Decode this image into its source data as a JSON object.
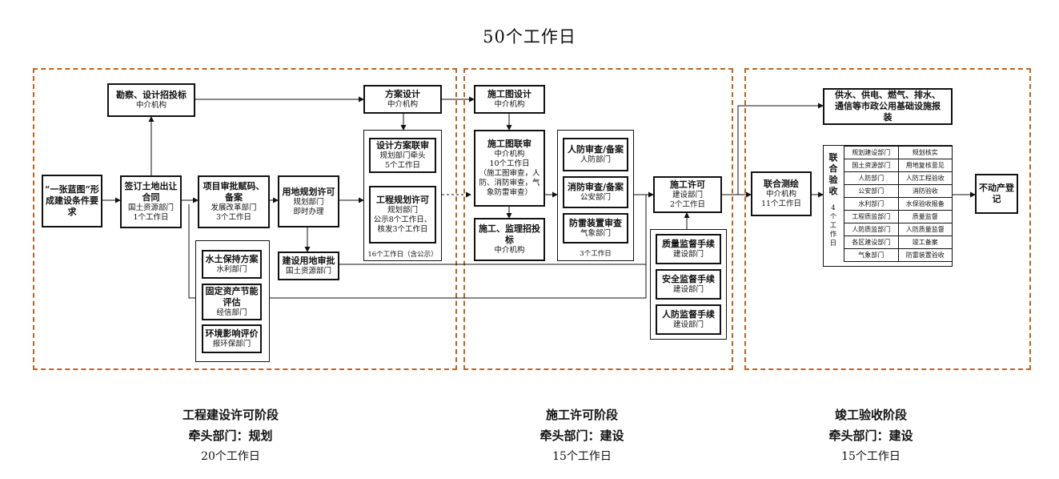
{
  "title": "50个工作日",
  "stages": [
    {
      "name": "工程建设许可阶段",
      "lead": "牵头部门：规划",
      "days": "20个工作日"
    },
    {
      "name": "施工许可阶段",
      "lead": "牵头部门：建设",
      "days": "15个工作日"
    },
    {
      "name": "竣工验收阶段",
      "lead": "牵头部门：建设",
      "days": "15个工作日"
    }
  ],
  "nodes": {
    "blueprint": {
      "title": "“一张蓝图”形成建设条件要求"
    },
    "survey": {
      "title": "勘察、设计招投标",
      "sub": "中介机构"
    },
    "land_contract": {
      "title": "签订土地出让合同",
      "sub": "国土资源部门\n1个工作日"
    },
    "project_approval": {
      "title": "项目审批赋码、备案",
      "sub": "发展改革部门\n3个工作日"
    },
    "water_soil": {
      "title": "水土保持方案",
      "sub": "水利部门"
    },
    "energy": {
      "title": "固定资产节能评估",
      "sub": "经信部门"
    },
    "env": {
      "title": "环境影响评价",
      "sub": "报环保部门"
    },
    "land_use_permit": {
      "title": "用地规划许可",
      "sub": "规划部门\n即时办理"
    },
    "land_approval": {
      "title": "建设用地审批",
      "sub": "国土资源部门"
    },
    "scheme_design": {
      "title": "方案设计",
      "sub": "中介机构"
    },
    "scheme_review": {
      "title": "设计方案联审",
      "sub": "规划部门牵头\n5个工作日"
    },
    "plan_permit": {
      "title": "工程规划许可",
      "sub": "规划部门\n公示8个工作日、核发3个工作日"
    },
    "plan_group_note": "16个工作日（含公示）",
    "construction_drawing": {
      "title": "施工图设计",
      "sub": "中介机构"
    },
    "drawing_review": {
      "title": "施工图联审",
      "sub": "中介机构\n10个工作日\n（施工图审查，人防、消防审查，气象防雷审查）"
    },
    "bidding": {
      "title": "施工、监理招投标",
      "sub": "中介机构"
    },
    "civil_defense": {
      "title": "人防审查/备案",
      "sub": "人防部门"
    },
    "fire": {
      "title": "消防审查/备案",
      "sub": "公安部门"
    },
    "lightning": {
      "title": "防雷装置审查",
      "sub": "气象部门"
    },
    "review_group_note": "3个工作日",
    "construction_permit": {
      "title": "施工许可",
      "sub": "建设部门\n2个工作日"
    },
    "quality": {
      "title": "质量监督手续",
      "sub": "建设部门"
    },
    "safety": {
      "title": "安全监督手续",
      "sub": "建设部门"
    },
    "defense_supervision": {
      "title": "人防监督手续",
      "sub": "建设部门"
    },
    "utilities": {
      "title": "供水、供电、燃气、排水、通信等市政公用基础设施报装"
    },
    "survey_joint": {
      "title": "联合测绘",
      "sub": "中介机构\n11个工作日"
    },
    "joint_acceptance": {
      "title": "联合验收",
      "days": "4个工作日",
      "rows": [
        [
          "规划建设部门",
          "规划核实"
        ],
        [
          "国土资源部门",
          "用地复核意见"
        ],
        [
          "人防部门",
          "人防工程验收"
        ],
        [
          "公安部门",
          "消防验收"
        ],
        [
          "水利部门",
          "水保验收报备"
        ],
        [
          "工程质监部门",
          "质量监督"
        ],
        [
          "人防质监部门",
          "人防质量监督"
        ],
        [
          "各区建设部门",
          "竣工备案"
        ],
        [
          "气象部门",
          "防雷装置验收"
        ]
      ]
    },
    "registration": {
      "title": "不动产登记"
    }
  }
}
